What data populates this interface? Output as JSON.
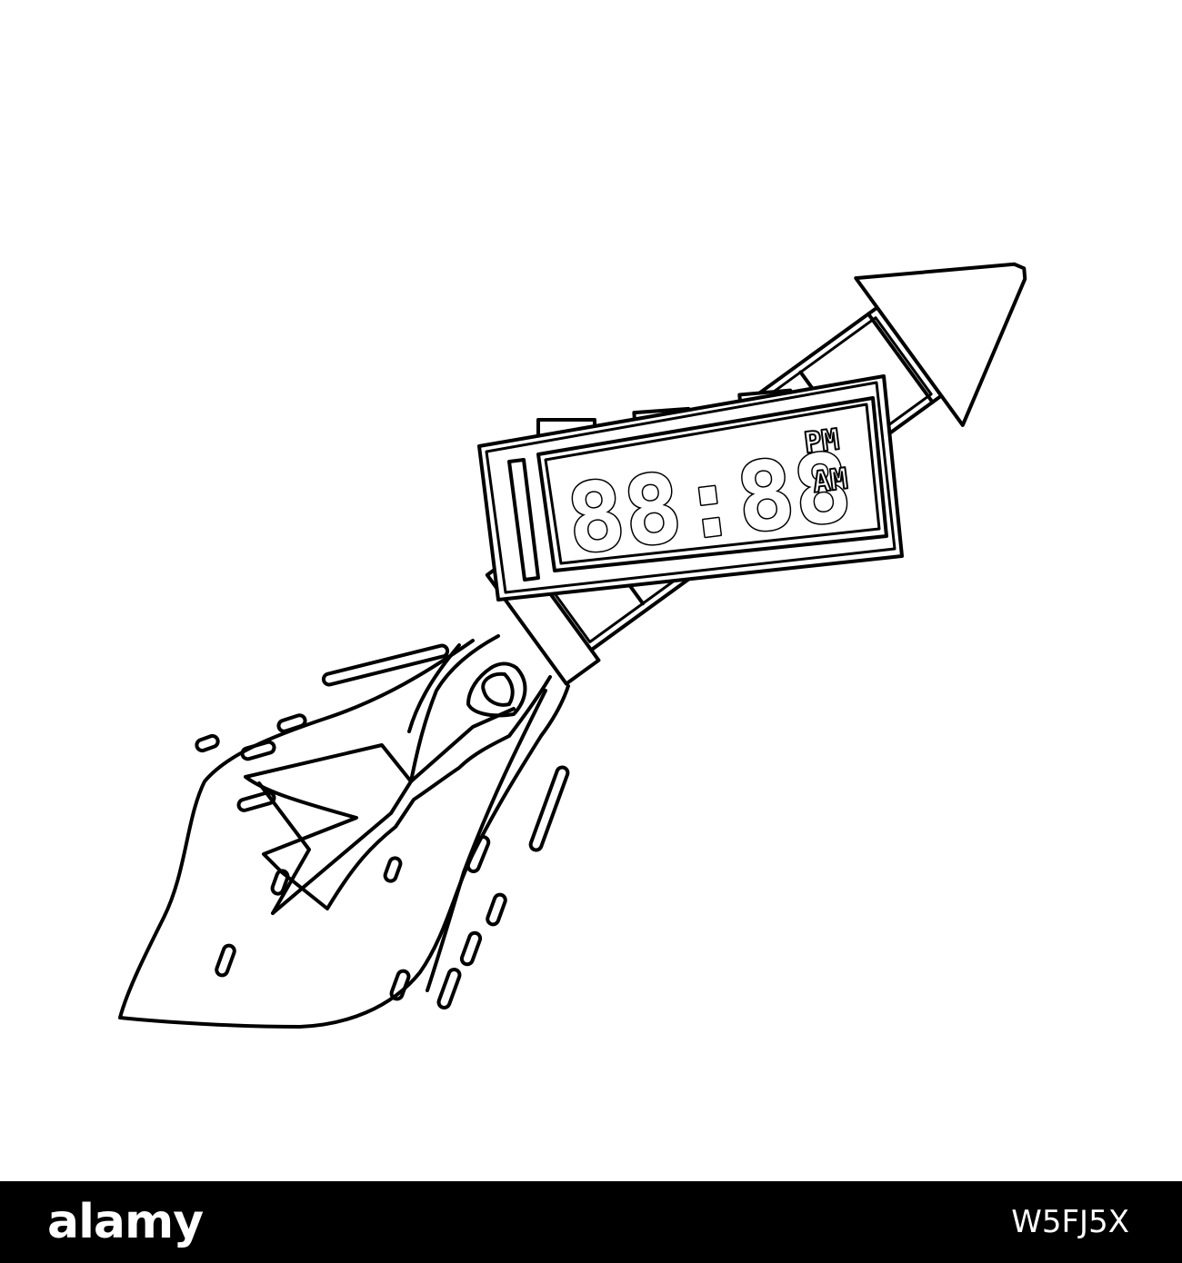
{
  "clock": {
    "time": "88:88",
    "pm_label": "PM",
    "am_label": "AM"
  },
  "footer": {
    "logo": "alamy",
    "image_id": "W5FJ5X"
  },
  "colors": {
    "line": "#000000",
    "background": "#ffffff",
    "footer_bar": "#000000",
    "footer_text": "#ffffff"
  }
}
